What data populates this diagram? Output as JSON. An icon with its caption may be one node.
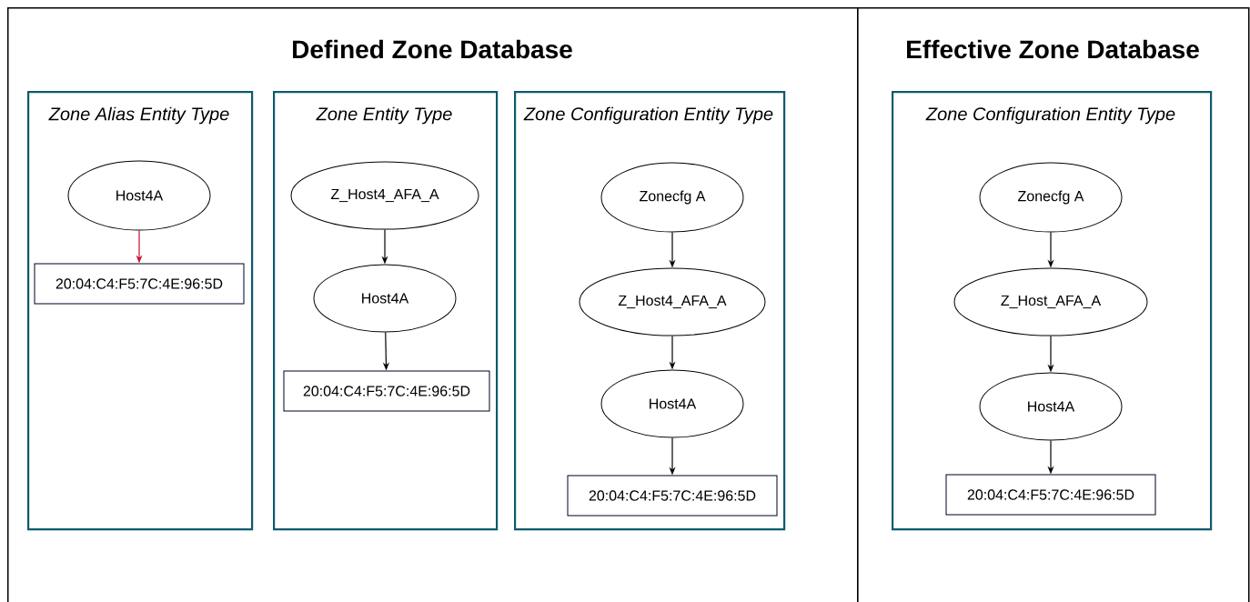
{
  "diagram": {
    "nodes": [
      {
        "text": [
          "Defined Zone Database"
        ]
      },
      {
        "text": [
          "Zone Alias Entity Type"
        ],
        "in": 0
      },
      {
        "text": [
          "Host4A"
        ],
        "in": 1
      },
      {
        "text": [
          "20:04:C4:F5:7C:4E:96:5D"
        ],
        "in": 1
      },
      {
        "text": [
          "Zone Entity Type"
        ],
        "in": 0
      },
      {
        "text": [
          "Z_Host4_AFA_A"
        ],
        "in": 4
      },
      {
        "text": [
          "Host4A"
        ],
        "in": 4
      },
      {
        "text": [
          "20:04:C4:F5:7C:4E:96:5D"
        ],
        "in": 4
      },
      {
        "text": [
          "Zone Configuration Entity Type"
        ],
        "in": 0
      },
      {
        "text": [
          "Zonecfg A"
        ],
        "in": 8
      },
      {
        "text": [
          "Z_Host4_AFA_A"
        ],
        "in": 8
      },
      {
        "text": [
          "Host4A"
        ],
        "in": 8
      },
      {
        "text": [
          "20:04:C4:F5:7C:4E:96:5D"
        ],
        "in": 8
      },
      {
        "text": [
          "Effective Zone Database"
        ]
      },
      {
        "text": [
          "Zone Configuration Entity Type"
        ],
        "in": 13
      },
      {
        "text": [
          "Zonecfg A"
        ],
        "in": 14
      },
      {
        "text": [
          "Z_Host_AFA_A"
        ],
        "in": 14
      },
      {
        "text": [
          "Host4A"
        ],
        "in": 14
      },
      {
        "text": [
          "20:04:C4:F5:7C:4E:96:5D"
        ],
        "in": 14
      }
    ],
    "edges": [
      {
        "from": 2,
        "to": 3,
        "arrow": "to",
        "color": "#c8102e"
      },
      {
        "from": 5,
        "to": 6,
        "arrow": "to"
      },
      {
        "from": 6,
        "to": 7,
        "arrow": "to"
      },
      {
        "from": 9,
        "to": 10,
        "arrow": "to"
      },
      {
        "from": 10,
        "to": 11,
        "arrow": "to"
      },
      {
        "from": 11,
        "to": 12,
        "arrow": "to"
      },
      {
        "from": 15,
        "to": 16,
        "arrow": "to"
      },
      {
        "from": 16,
        "to": 17,
        "arrow": "to"
      },
      {
        "from": 17,
        "to": 18,
        "arrow": "to"
      }
    ]
  }
}
